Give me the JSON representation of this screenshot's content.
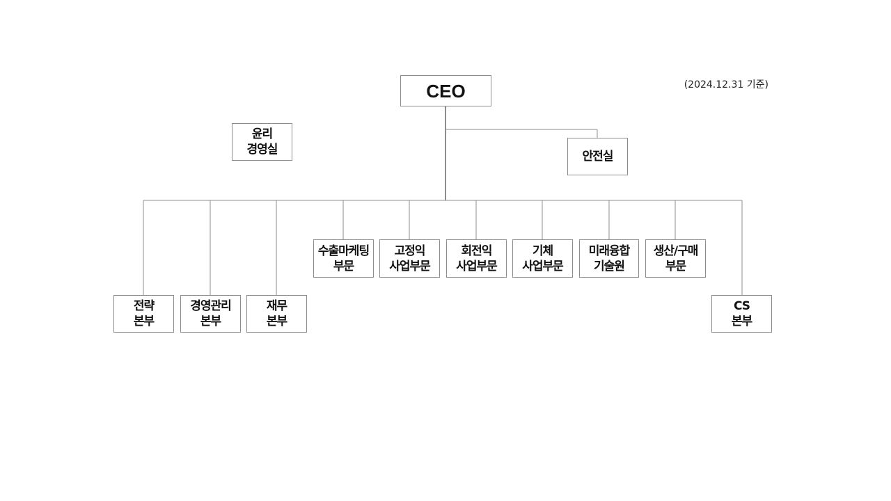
{
  "date_note": "(2024.12.31 기준)",
  "ceo": "CEO",
  "ethics": {
    "line1": "윤리",
    "line2": "경영실"
  },
  "safety": "안전실",
  "divisions": [
    {
      "line1": "수출마케팅",
      "line2": "부문"
    },
    {
      "line1": "고정익",
      "line2": "사업부문"
    },
    {
      "line1": "회전익",
      "line2": "사업부문"
    },
    {
      "line1": "기체",
      "line2": "사업부문"
    },
    {
      "line1": "미래융합",
      "line2": "기술원"
    },
    {
      "line1": "생산/구매",
      "line2": "부문"
    }
  ],
  "headquarters": [
    {
      "line1": "전략",
      "line2": "본부"
    },
    {
      "line1": "경영관리",
      "line2": "본부"
    },
    {
      "line1": "재무",
      "line2": "본부"
    },
    {
      "line1": "CS",
      "line2": "본부"
    }
  ],
  "colors": {
    "line": "#8c8c8c",
    "border": "#8c8c8c",
    "text": "#111111"
  }
}
